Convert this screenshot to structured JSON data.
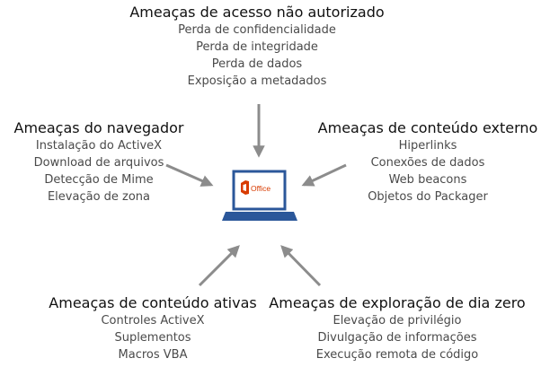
{
  "groups": {
    "top": {
      "title": "Ameaças de acesso não autorizado",
      "items": [
        "Perda de confidencialidade",
        "Perda de integridade",
        "Perda de dados",
        "Exposição a metadados"
      ]
    },
    "left": {
      "title": "Ameaças do navegador",
      "items": [
        "Instalação do ActiveX",
        "Download de arquivos",
        "Detecção de Mime",
        "Elevação de zona"
      ]
    },
    "right": {
      "title": "Ameaças de conteúdo externo",
      "items": [
        "Hiperlinks",
        "Conexões de dados",
        "Web beacons",
        "Objetos do Packager"
      ]
    },
    "bottom_left": {
      "title": "Ameaças de conteúdo ativas",
      "items": [
        "Controles ActiveX",
        "Suplementos",
        "Macros VBA"
      ]
    },
    "bottom_right": {
      "title": "Ameaças de exploração de dia zero",
      "items": [
        "Elevação de privilégio",
        "Divulgação de informações",
        "Execução remota de código"
      ]
    }
  },
  "center": {
    "logo_text": "Office",
    "colors": {
      "laptop": "#2b579a",
      "logo": "#d83b01",
      "arrow": "#8c8c8c"
    }
  }
}
